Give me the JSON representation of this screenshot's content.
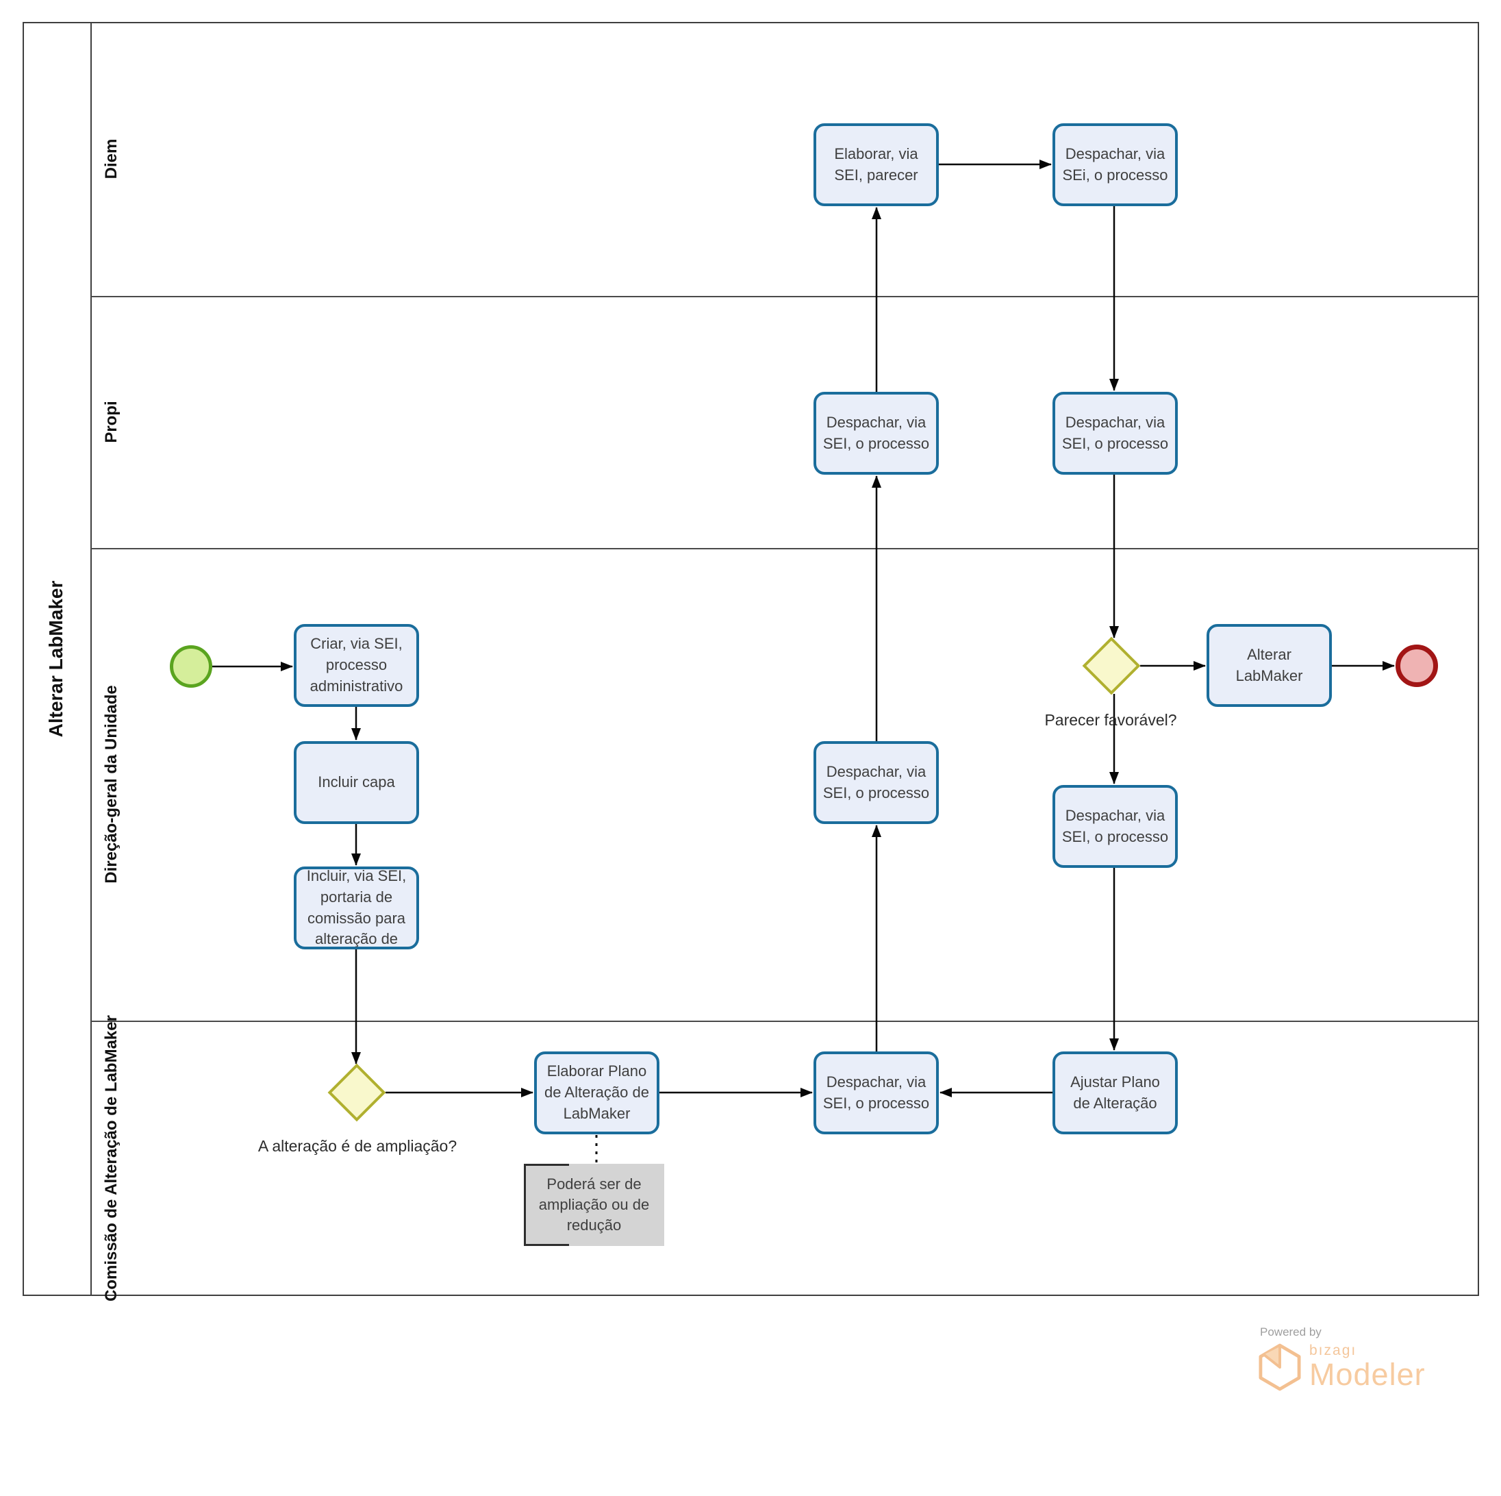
{
  "pool": {
    "title": "Alterar LabMaker"
  },
  "lanes": [
    {
      "label": "Diem"
    },
    {
      "label": "Propi"
    },
    {
      "label": "Direção-geral da Unidade"
    },
    {
      "label": "Comissão de Alteração de LabMaker"
    }
  ],
  "nodes": {
    "start_event": {
      "type": "start-event"
    },
    "end_event": {
      "type": "end-event"
    },
    "criar_processo": {
      "label": "Criar, via SEI, processo administrativo"
    },
    "incluir_capa": {
      "label": "Incluir capa"
    },
    "incluir_portaria": {
      "label": "Incluir, via SEI, portaria de comissão para alteração de"
    },
    "gateway_ampliacao": {
      "label": "A alteração é de ampliação?"
    },
    "elaborar_plano": {
      "label": "Elaborar Plano de Alteração de LabMaker"
    },
    "despachar_comissao": {
      "label": "Despachar, via SEI, o processo"
    },
    "ajustar_plano": {
      "label": "Ajustar Plano de Alteração"
    },
    "despachar_dg_centro": {
      "label": "Despachar, via SEI, o processo"
    },
    "despachar_dg_direita": {
      "label": "Despachar, via SEI, o processo"
    },
    "despachar_propi_esq": {
      "label": "Despachar, via SEI, o processo"
    },
    "despachar_propi_dir": {
      "label": "Despachar, via SEI, o processo"
    },
    "elaborar_parecer": {
      "label": "Elaborar, via SEI, parecer"
    },
    "despachar_diem": {
      "label": "Despachar, via SEi, o processo"
    },
    "gateway_parecer": {
      "label": "Parecer favorável?"
    },
    "alterar_labmaker": {
      "label": "Alterar LabMaker"
    }
  },
  "annotation": {
    "text": "Poderá ser de ampliação ou de redução"
  },
  "footer": {
    "powered_by": "Powered by",
    "brand": "bızagı",
    "product": "Modeler"
  },
  "colors": {
    "task_fill": "#e9eef9",
    "task_border": "#1a6d9c",
    "gateway_fill": "#f9f8cc",
    "gateway_border": "#b0b02f",
    "start_fill": "#d5ee9b",
    "start_border": "#5aa41f",
    "end_fill": "#efb3b3",
    "end_border": "#a21515",
    "annotation_fill": "#d4d4d4",
    "flow_line": "#060606",
    "lane_border": "#4a4a4a",
    "logo_orange": "#f6c89b"
  }
}
